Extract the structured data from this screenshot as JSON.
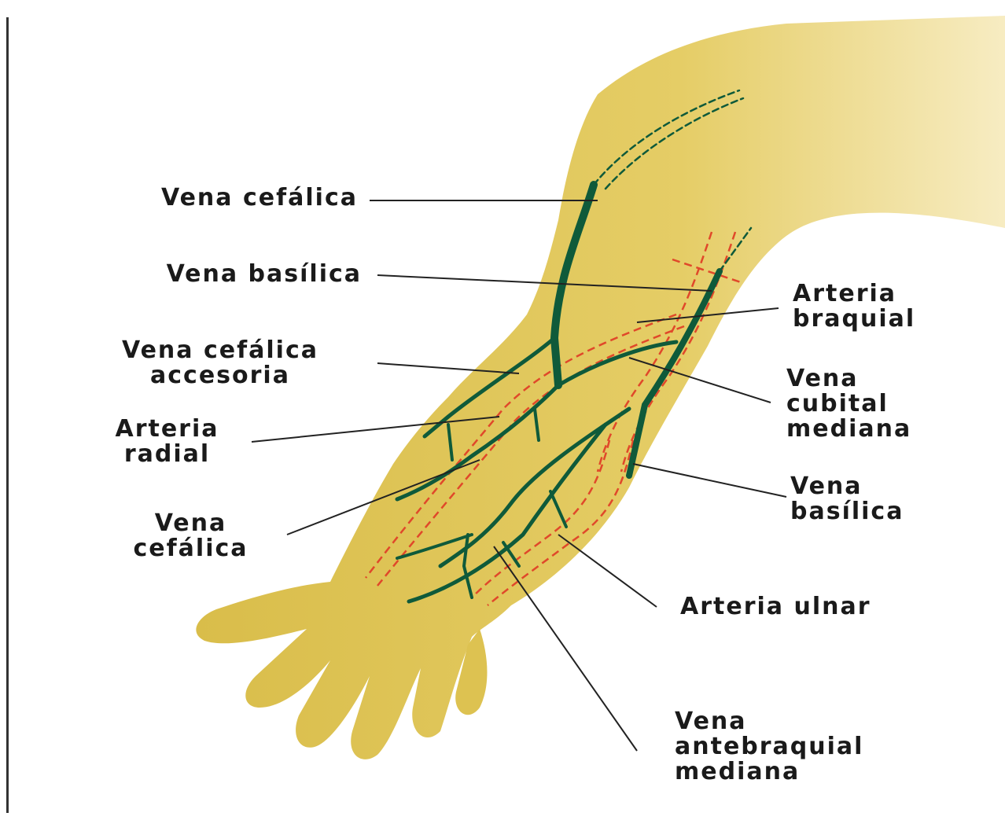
{
  "labels": {
    "vena_cefalica_top": [
      "Vena cefálica"
    ],
    "vena_basilica_top": [
      "Vena basílica"
    ],
    "vena_cefalica_accesoria": [
      "Vena cefálica",
      "accesoria"
    ],
    "arteria_radial": [
      "Arteria",
      "radial"
    ],
    "vena_cefalica_bottom": [
      "Vena",
      "cefálica"
    ],
    "arteria_braquial": [
      "Arteria",
      "braquial"
    ],
    "vena_cubital_mediana": [
      "Vena",
      "cubital",
      "mediana"
    ],
    "vena_basilica_right": [
      "Vena",
      "basílica"
    ],
    "arteria_ulnar": [
      "Arteria ulnar"
    ],
    "vena_antebraquial_mediana": [
      "Vena",
      "antebraquial",
      "mediana"
    ]
  },
  "colors": {
    "skin": "#e3c85a",
    "skin_light": "#f2e3a0",
    "vein": "#0f5a3a",
    "artery": "#e0482a",
    "leader": "#222222"
  }
}
